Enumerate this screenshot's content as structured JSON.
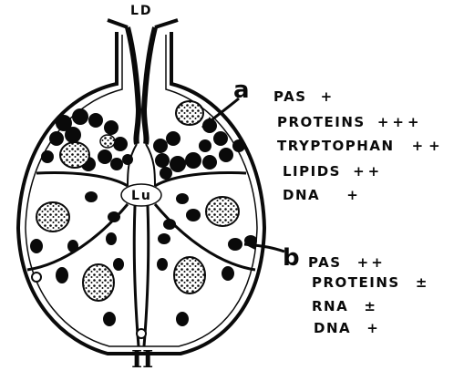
{
  "labels": {
    "duct": "LD",
    "lumen": "Lu",
    "figure_number": "II",
    "pointer_a": "a",
    "pointer_b": "b"
  },
  "stains_a": [
    {
      "name": "PAS",
      "score": "+"
    },
    {
      "name": "PROTEINS",
      "score": "+++"
    },
    {
      "name": "TRYPTOPHAN",
      "score": "++"
    },
    {
      "name": "LIPIDS",
      "score": "++"
    },
    {
      "name": "DNA",
      "score": "+"
    }
  ],
  "stains_b": [
    {
      "name": "PAS",
      "score": "++"
    },
    {
      "name": "PROTEINS",
      "score": "±"
    },
    {
      "name": "RNA",
      "score": "±"
    },
    {
      "name": "DNA",
      "score": "+"
    }
  ],
  "colors": {
    "ink": "#0a0a0a",
    "paper": "#ffffff"
  }
}
